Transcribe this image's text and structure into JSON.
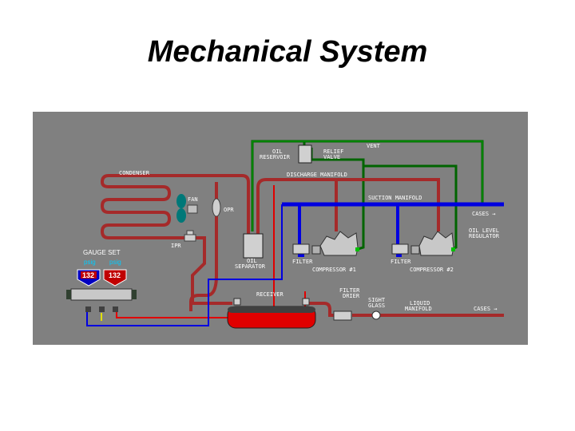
{
  "slide": {
    "title": "Mechanical System"
  },
  "colors": {
    "background": "#808080",
    "refrigerant_hot": "#a52a2a",
    "high_pressure": "#e00000",
    "suction": "#0000e0",
    "oil": "#006400"
  },
  "labels": {
    "condenser": "CONDENSER",
    "fan": "FAN",
    "opr": "OPR",
    "ipr": "IPR",
    "oil_reservoir_1": "OIL",
    "oil_reservoir_2": "RESERVOIR",
    "relief_valve_1": "RELIEF",
    "relief_valve_2": "VALVE",
    "vent": "VENT",
    "discharge_manifold": "DISCHARGE MANIFOLD",
    "suction_manifold": "SUCTION MANIFOLD",
    "cases_top": "CASES →",
    "oil_level_regulator_1": "OIL LEVEL",
    "oil_level_regulator_2": "REGULATOR",
    "filter_1": "FILTER",
    "filter_2": "FILTER",
    "compressor_1": "COMPRESSOR #1",
    "compressor_2": "COMPRESSOR #2",
    "oil_separator_1": "OIL",
    "oil_separator_2": "SEPARATOR",
    "receiver": "RECEIVER",
    "filter_drier_1": "FILTER",
    "filter_drier_2": "DRIER",
    "sight_glass_1": "SIGHT",
    "sight_glass_2": "GLASS",
    "liquid_manifold_1": "LIQUID",
    "liquid_manifold_2": "MANIFOLD",
    "cases_bottom": "CASES →",
    "gauge_set": "GAUGE SET",
    "psig_left": "psig",
    "psig_right": "psig",
    "gauge_left_value": "132",
    "gauge_right_value": "132"
  }
}
